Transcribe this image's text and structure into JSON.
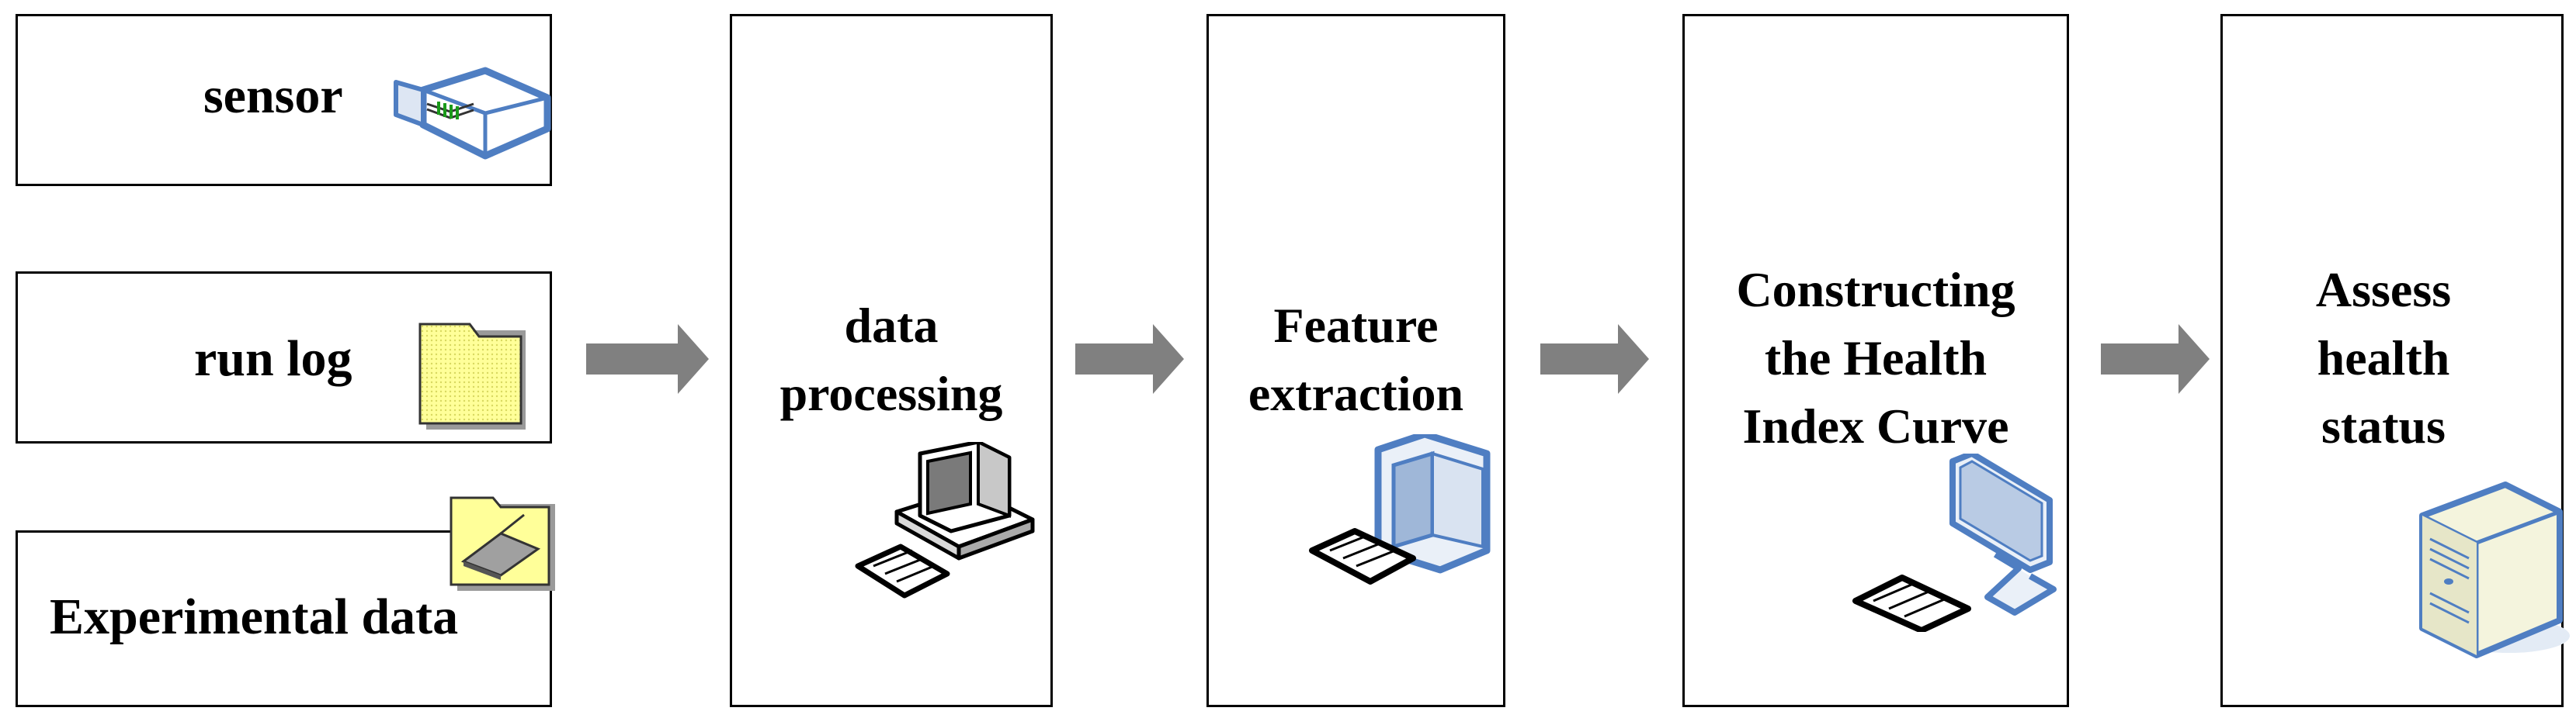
{
  "inputs": {
    "sensor": "sensor",
    "run_log": "run log",
    "experimental": "Experimental data"
  },
  "stages": {
    "processing": [
      "data",
      "processing"
    ],
    "feature": [
      "Feature",
      "extraction"
    ],
    "health_index": [
      "Constructing",
      "the Health",
      "Index Curve"
    ],
    "assess": [
      "Assess",
      "health",
      "status"
    ]
  },
  "icons": {
    "sensor": "network-device-icon",
    "run_log": "folder-icon",
    "experimental": "scanner-folder-icon",
    "processing": "desktop-computer-icon",
    "feature": "crt-computer-icon",
    "health_index": "flat-monitor-icon",
    "assess": "server-tower-icon"
  },
  "colors": {
    "arrow": "#808080",
    "icon_blue": "#4f7ec2",
    "folder_yellow": "#ffff99"
  }
}
